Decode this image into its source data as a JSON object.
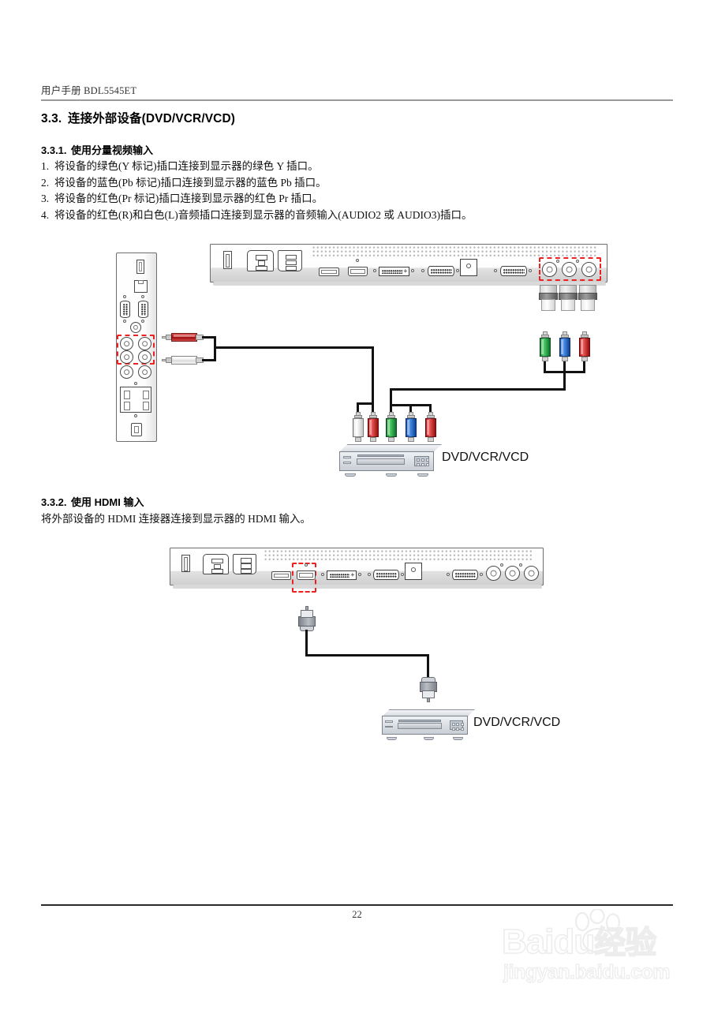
{
  "document": {
    "header": "用户手册  BDL5545ET",
    "page_number": "22"
  },
  "sections": {
    "main": {
      "number": "3.3.",
      "title": "连接外部设备(DVD/VCR/VCD)"
    },
    "sub1": {
      "number": "3.3.1.",
      "title": "使用分量视频输入",
      "steps": [
        {
          "index": "1.",
          "text": "将设备的绿色(Y 标记)插口连接到显示器的绿色 Y 插口。"
        },
        {
          "index": "2.",
          "text": "将设备的蓝色(Pb 标记)插口连接到显示器的蓝色 Pb 插口。"
        },
        {
          "index": "3.",
          "text": "将设备的红色(Pr 标记)插口连接到显示器的红色 Pr 插口。"
        },
        {
          "index": "4.",
          "text": "将设备的红色(R)和白色(L)音频插口连接到显示器的音频输入(AUDIO2 或 AUDIO3)插口。"
        }
      ]
    },
    "sub2": {
      "number": "3.3.2.",
      "title": "使用 HDMI 输入",
      "body": "将外部设备的 HDMI 连接器连接到显示器的 HDMI 输入。"
    }
  },
  "figures": {
    "component": {
      "device_label": "DVD/VCR/VCD",
      "highlight_color": "#ef2020",
      "monitor_rear_ports": [
        "power-rocker-switch",
        "ac-inlet",
        "ac-outlet",
        "ventilation-grille",
        "displayport",
        "hdmi",
        "dvi-d",
        "vga-out",
        "service-box",
        "vga-in",
        "component-y-jack",
        "component-pb-jack",
        "component-pr-jack"
      ],
      "monitor_side_ports": [
        "usb-a",
        "rj45-lan",
        "rs232-in",
        "rs232-out",
        "audio-jack",
        "audio2-audio3-rca",
        "speaker-terminal",
        "usb-b"
      ],
      "component_plug_colors": [
        "#2f9e44",
        "#1c64d1",
        "#c21f1f"
      ],
      "audio_plug_colors": [
        "#c21f1f",
        "#f2f2f2"
      ]
    },
    "hdmi": {
      "device_label": "DVD/VCR/VCD",
      "highlight_color": "#ef2020",
      "highlighted_port": "hdmi"
    }
  },
  "watermark": {
    "brand": "Baidu",
    "brand_cn": "经验",
    "url": "jingyan.baidu.com"
  }
}
